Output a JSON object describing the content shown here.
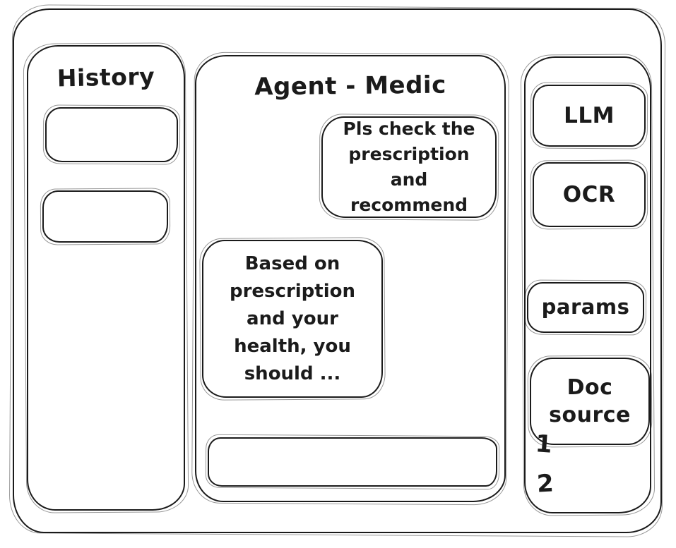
{
  "left_panel": {
    "title": "History",
    "items": [
      "",
      ""
    ]
  },
  "chat_panel": {
    "title": "Agent - Medic",
    "messages": [
      {
        "role": "user",
        "text": "Pls check the\nprescription\nand recommend"
      },
      {
        "role": "agent",
        "text": "Based on\nprescription\nand your\nhealth, you\nshould ..."
      }
    ],
    "input_value": ""
  },
  "right_panel": {
    "tools": [
      {
        "label": "LLM"
      },
      {
        "label": "OCR"
      },
      {
        "label": "params"
      },
      {
        "label": "Doc source"
      }
    ],
    "doc_source_items": [
      "1",
      "2"
    ]
  },
  "colors": {
    "ink": "#1b1b1b",
    "background": "#ffffff"
  }
}
